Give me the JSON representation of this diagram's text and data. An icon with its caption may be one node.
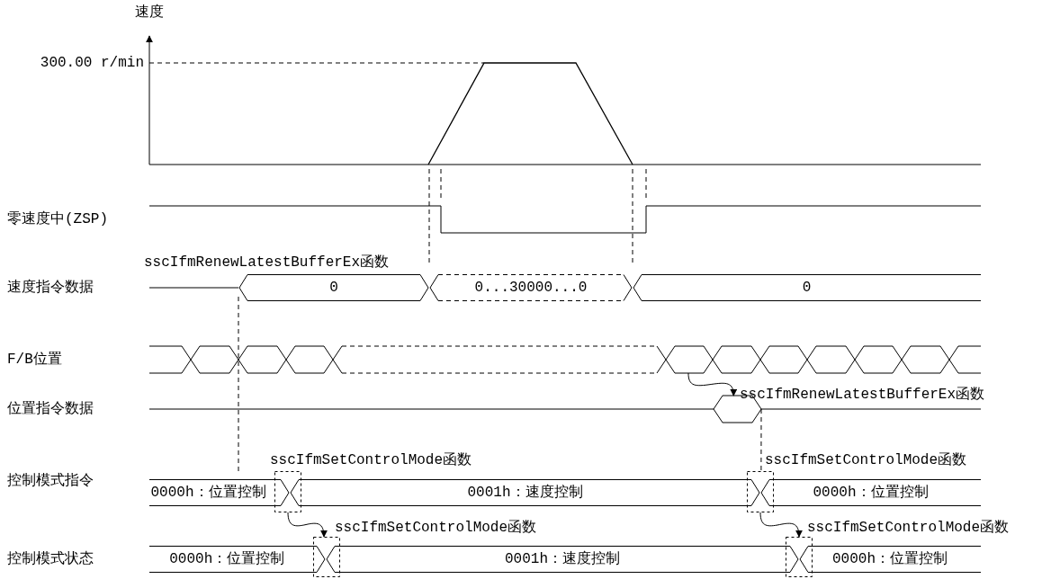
{
  "diagram": {
    "nodes": [
      {
        "text": [
          "0"
        ]
      },
      {
        "text": [
          "0...30000...0"
        ]
      },
      {
        "text": [
          "0"
        ]
      },
      {
        "text": [],
        "shape": "hexagon"
      },
      {
        "text": [],
        "shape": "hexagon"
      },
      {
        "text": [
          "0000h：位置控制"
        ]
      },
      {
        "text": [],
        "shape": "box"
      },
      {
        "text": [
          "0001h：速度控制"
        ]
      },
      {
        "text": [],
        "shape": "box"
      },
      {
        "text": [
          "0000h：位置控制"
        ]
      },
      {
        "text": [
          "0000h：位置控制"
        ]
      },
      {
        "text": [],
        "shape": "box"
      },
      {
        "text": [
          "0001h：速度控制"
        ]
      },
      {
        "text": [],
        "shape": "box"
      },
      {
        "text": [
          "0000h：位置控制"
        ]
      }
    ],
    "edges": [
      {
        "from": 3,
        "to": 4,
        "arrow": "to"
      },
      {
        "from": 4,
        "to": 8,
        "arrow": "none",
        "style": "dashed"
      },
      {
        "from": 6,
        "to": 11,
        "arrow": "to"
      },
      {
        "from": 8,
        "to": 13,
        "arrow": "to"
      }
    ],
    "labels": [
      "速度",
      "300.00 r/min",
      "零速度中(ZSP)",
      "sscIfmRenewLatestBufferEx函数",
      "速度指令数据",
      "F/B位置",
      "sscIfmRenewLatestBufferEx函数",
      "位置指令数据",
      "sscIfmSetControlMode函数",
      "sscIfmSetControlMode函数",
      "控制模式指令",
      "sscIfmSetControlMode函数",
      "sscIfmSetControlMode函数",
      "控制模式状态"
    ]
  }
}
